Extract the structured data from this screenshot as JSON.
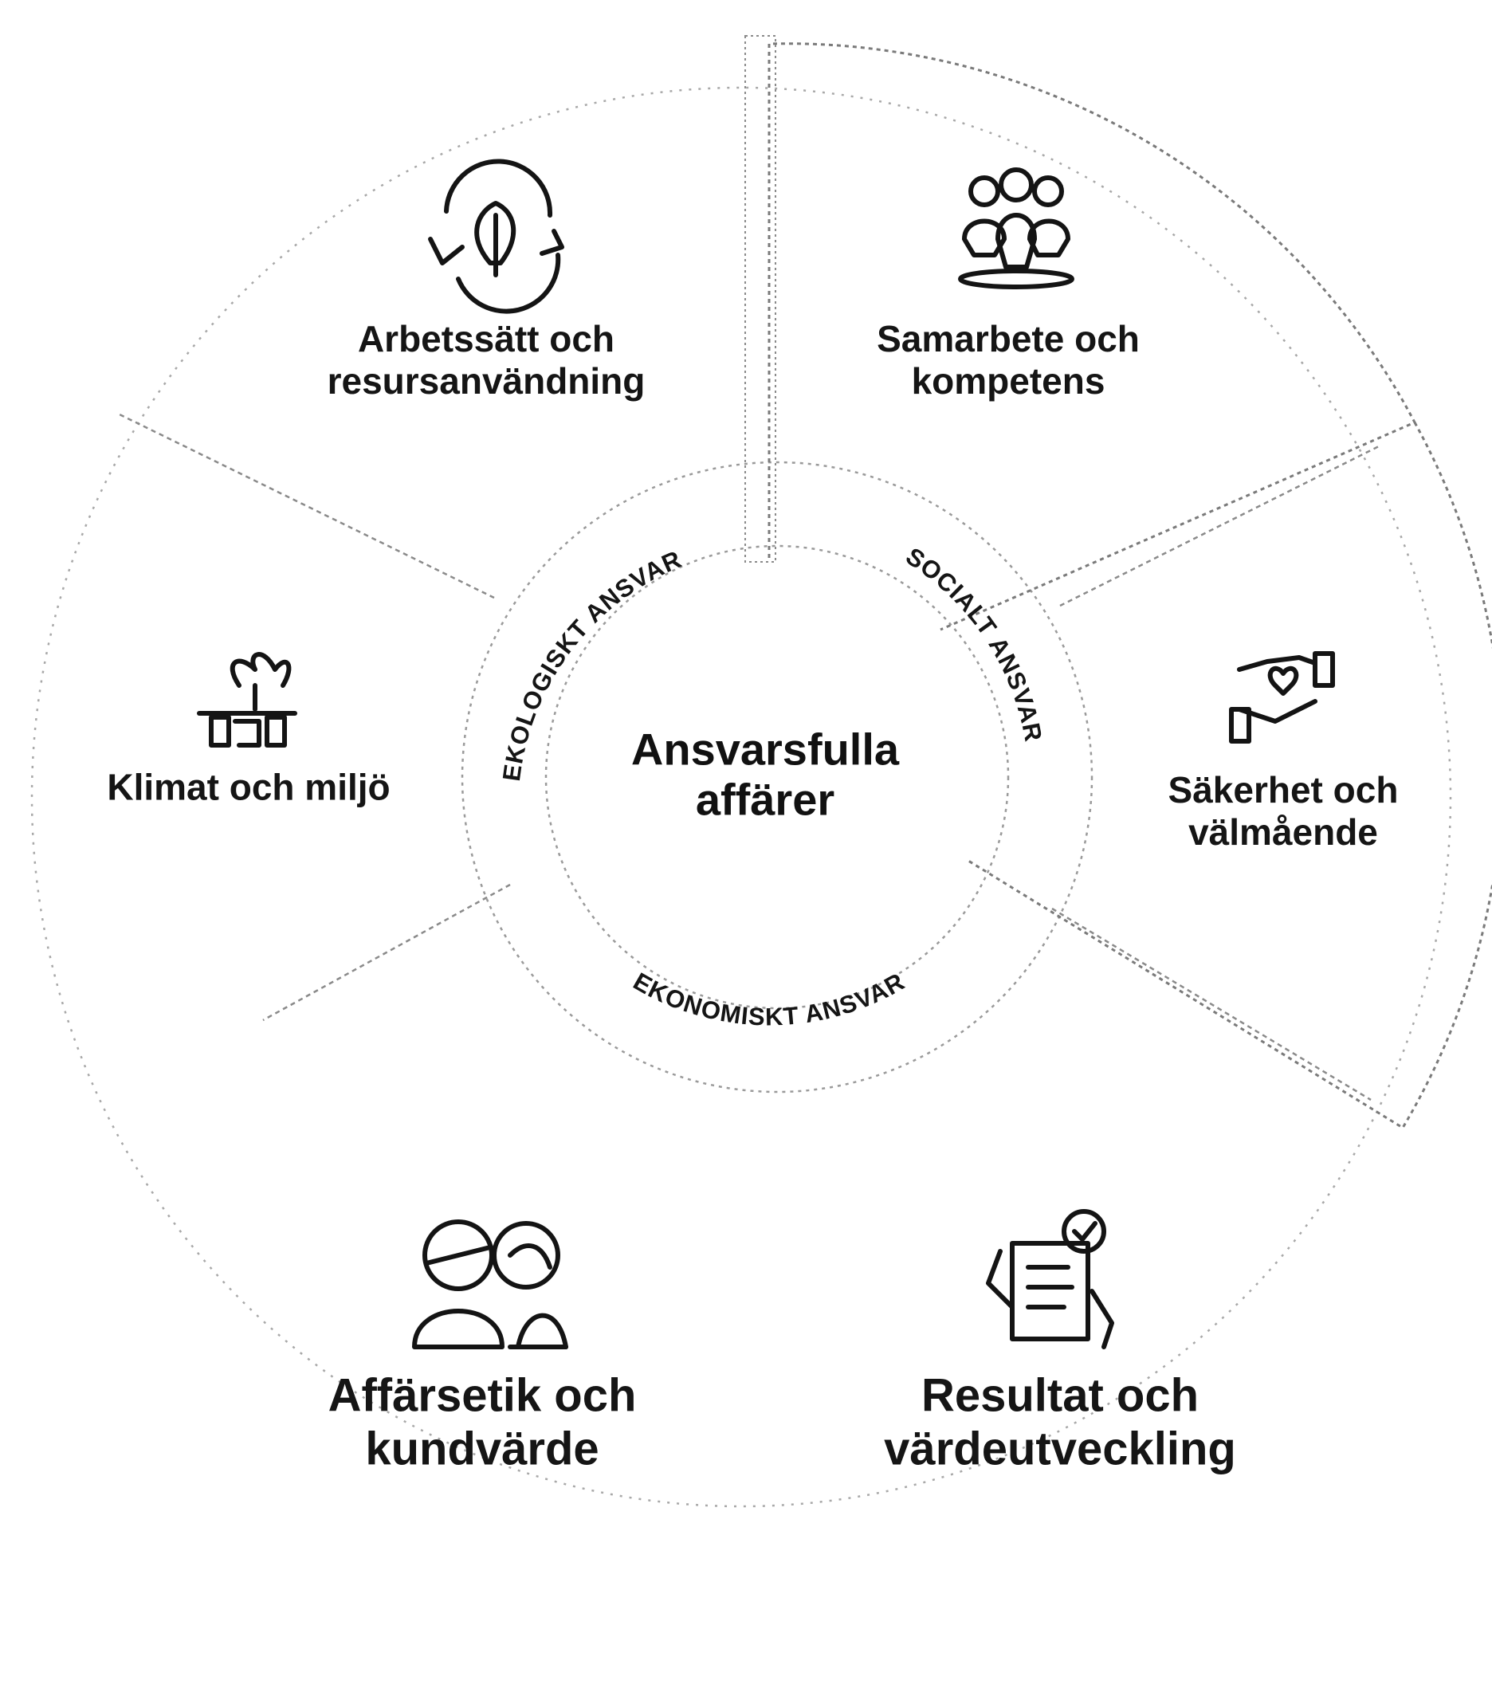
{
  "center": {
    "line1": "Ansvarsfulla",
    "line2": "affärer"
  },
  "rings": {
    "ecological": "EKOLOGISKT ANSVAR",
    "social": "SOCIALT ANSVAR",
    "economic": "EKONOMISKT ANSVAR"
  },
  "segments": {
    "arbetssatt": {
      "line1": "Arbetssätt och",
      "line2": "resursanvändning",
      "icon": "recycle-leaf-icon"
    },
    "samarbete": {
      "line1": "Samarbete och",
      "line2": "kompetens",
      "icon": "team-people-icon"
    },
    "sakerhet": {
      "line1": "Säkerhet och",
      "line2": "välmående",
      "icon": "hands-heart-icon"
    },
    "klimat": {
      "line1": "Klimat och miljö",
      "icon": "plant-hands-icon"
    },
    "affarsetik": {
      "line1": "Affärsetik och",
      "line2": "kundvärde",
      "icon": "two-people-icon"
    },
    "resultat": {
      "line1": "Resultat och",
      "line2": "värdeutveckling",
      "icon": "checklist-hand-icon"
    }
  }
}
